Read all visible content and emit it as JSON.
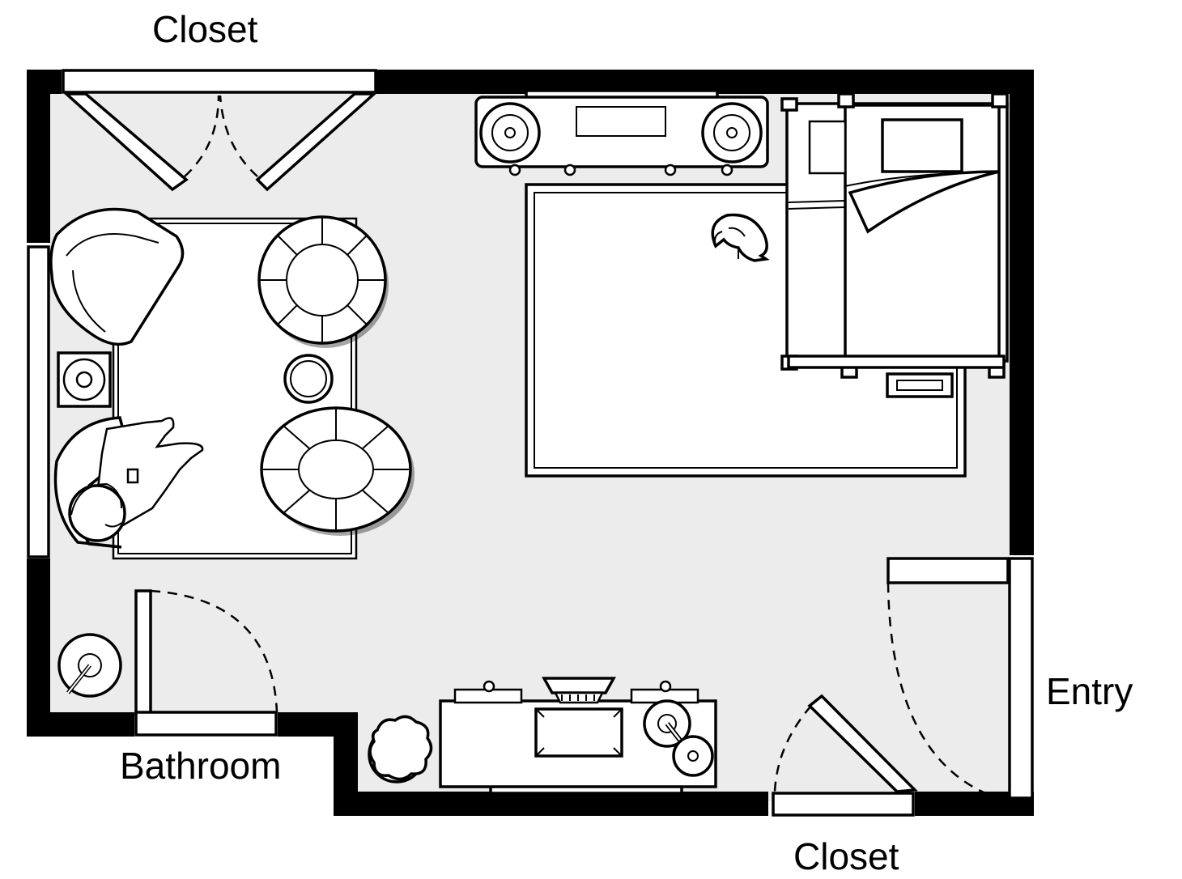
{
  "labels": {
    "closet_top": "Closet",
    "bathroom": "Bathroom",
    "entry": "Entry",
    "closet_bottom": "Closet"
  },
  "colors": {
    "wall": "#000000",
    "floor": "#ececec",
    "furniture": "#ffffff"
  },
  "icons": [
    "armchair-icon",
    "person-icon",
    "floor-lamp-icon",
    "speaker-icon",
    "pouf-icon",
    "side-table-icon",
    "rug-icon",
    "tv-console-icon",
    "bunk-bed-icon",
    "cat-icon",
    "desk-icon",
    "desk-lamp-icon",
    "laptop-icon",
    "plant-icon",
    "door-icon"
  ]
}
